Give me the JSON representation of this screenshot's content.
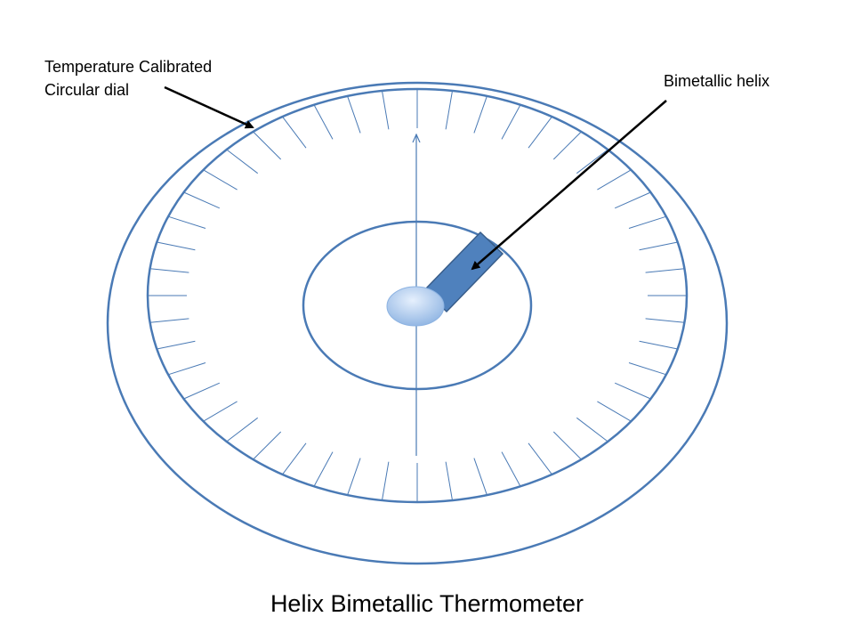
{
  "diagram": {
    "title": "Helix Bimetallic Thermometer",
    "labels": {
      "dial_line1": "Temperature Calibrated",
      "dial_line2": "Circular dial",
      "helix": "Bimetallic helix"
    },
    "colors": {
      "ring_stroke": "#4a7ab5",
      "tick": "#4a7ab5",
      "helix_fill": "#4f81bd",
      "helix_stroke": "#385d8a",
      "pivot_light": "#dce9fb",
      "pivot_dark": "#8db3e2",
      "arrow": "#000000"
    },
    "icons": {
      "pivot": "pivot-hub-icon",
      "helix": "bimetallic-strip-icon"
    }
  }
}
